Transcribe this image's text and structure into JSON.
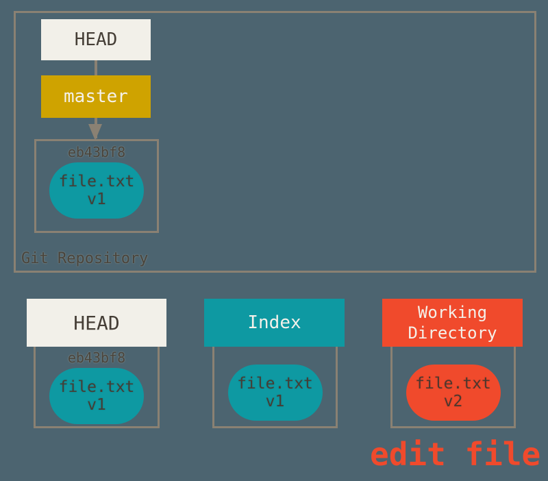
{
  "colors": {
    "background": "#4C6470",
    "outline_gray": "#8A8173",
    "head_cream": "#F2F0E9",
    "branch_gold": "#CFA300",
    "index_teal": "#0E99A2",
    "working_red": "#F04A2C",
    "dark_text": "#453E36"
  },
  "repository": {
    "label": "Git Repository",
    "head": "HEAD",
    "branch": "master",
    "commit": {
      "hash": "eb43bf8",
      "file_name": "file.txt",
      "file_version": "v1"
    }
  },
  "columns": {
    "head": {
      "title": "HEAD",
      "hash": "eb43bf8",
      "file_name": "file.txt",
      "file_version": "v1"
    },
    "index": {
      "title": "Index",
      "file_name": "file.txt",
      "file_version": "v1"
    },
    "working_directory": {
      "title": "Working Directory",
      "file_name": "file.txt",
      "file_version": "v2"
    }
  },
  "annotation": "edit file"
}
